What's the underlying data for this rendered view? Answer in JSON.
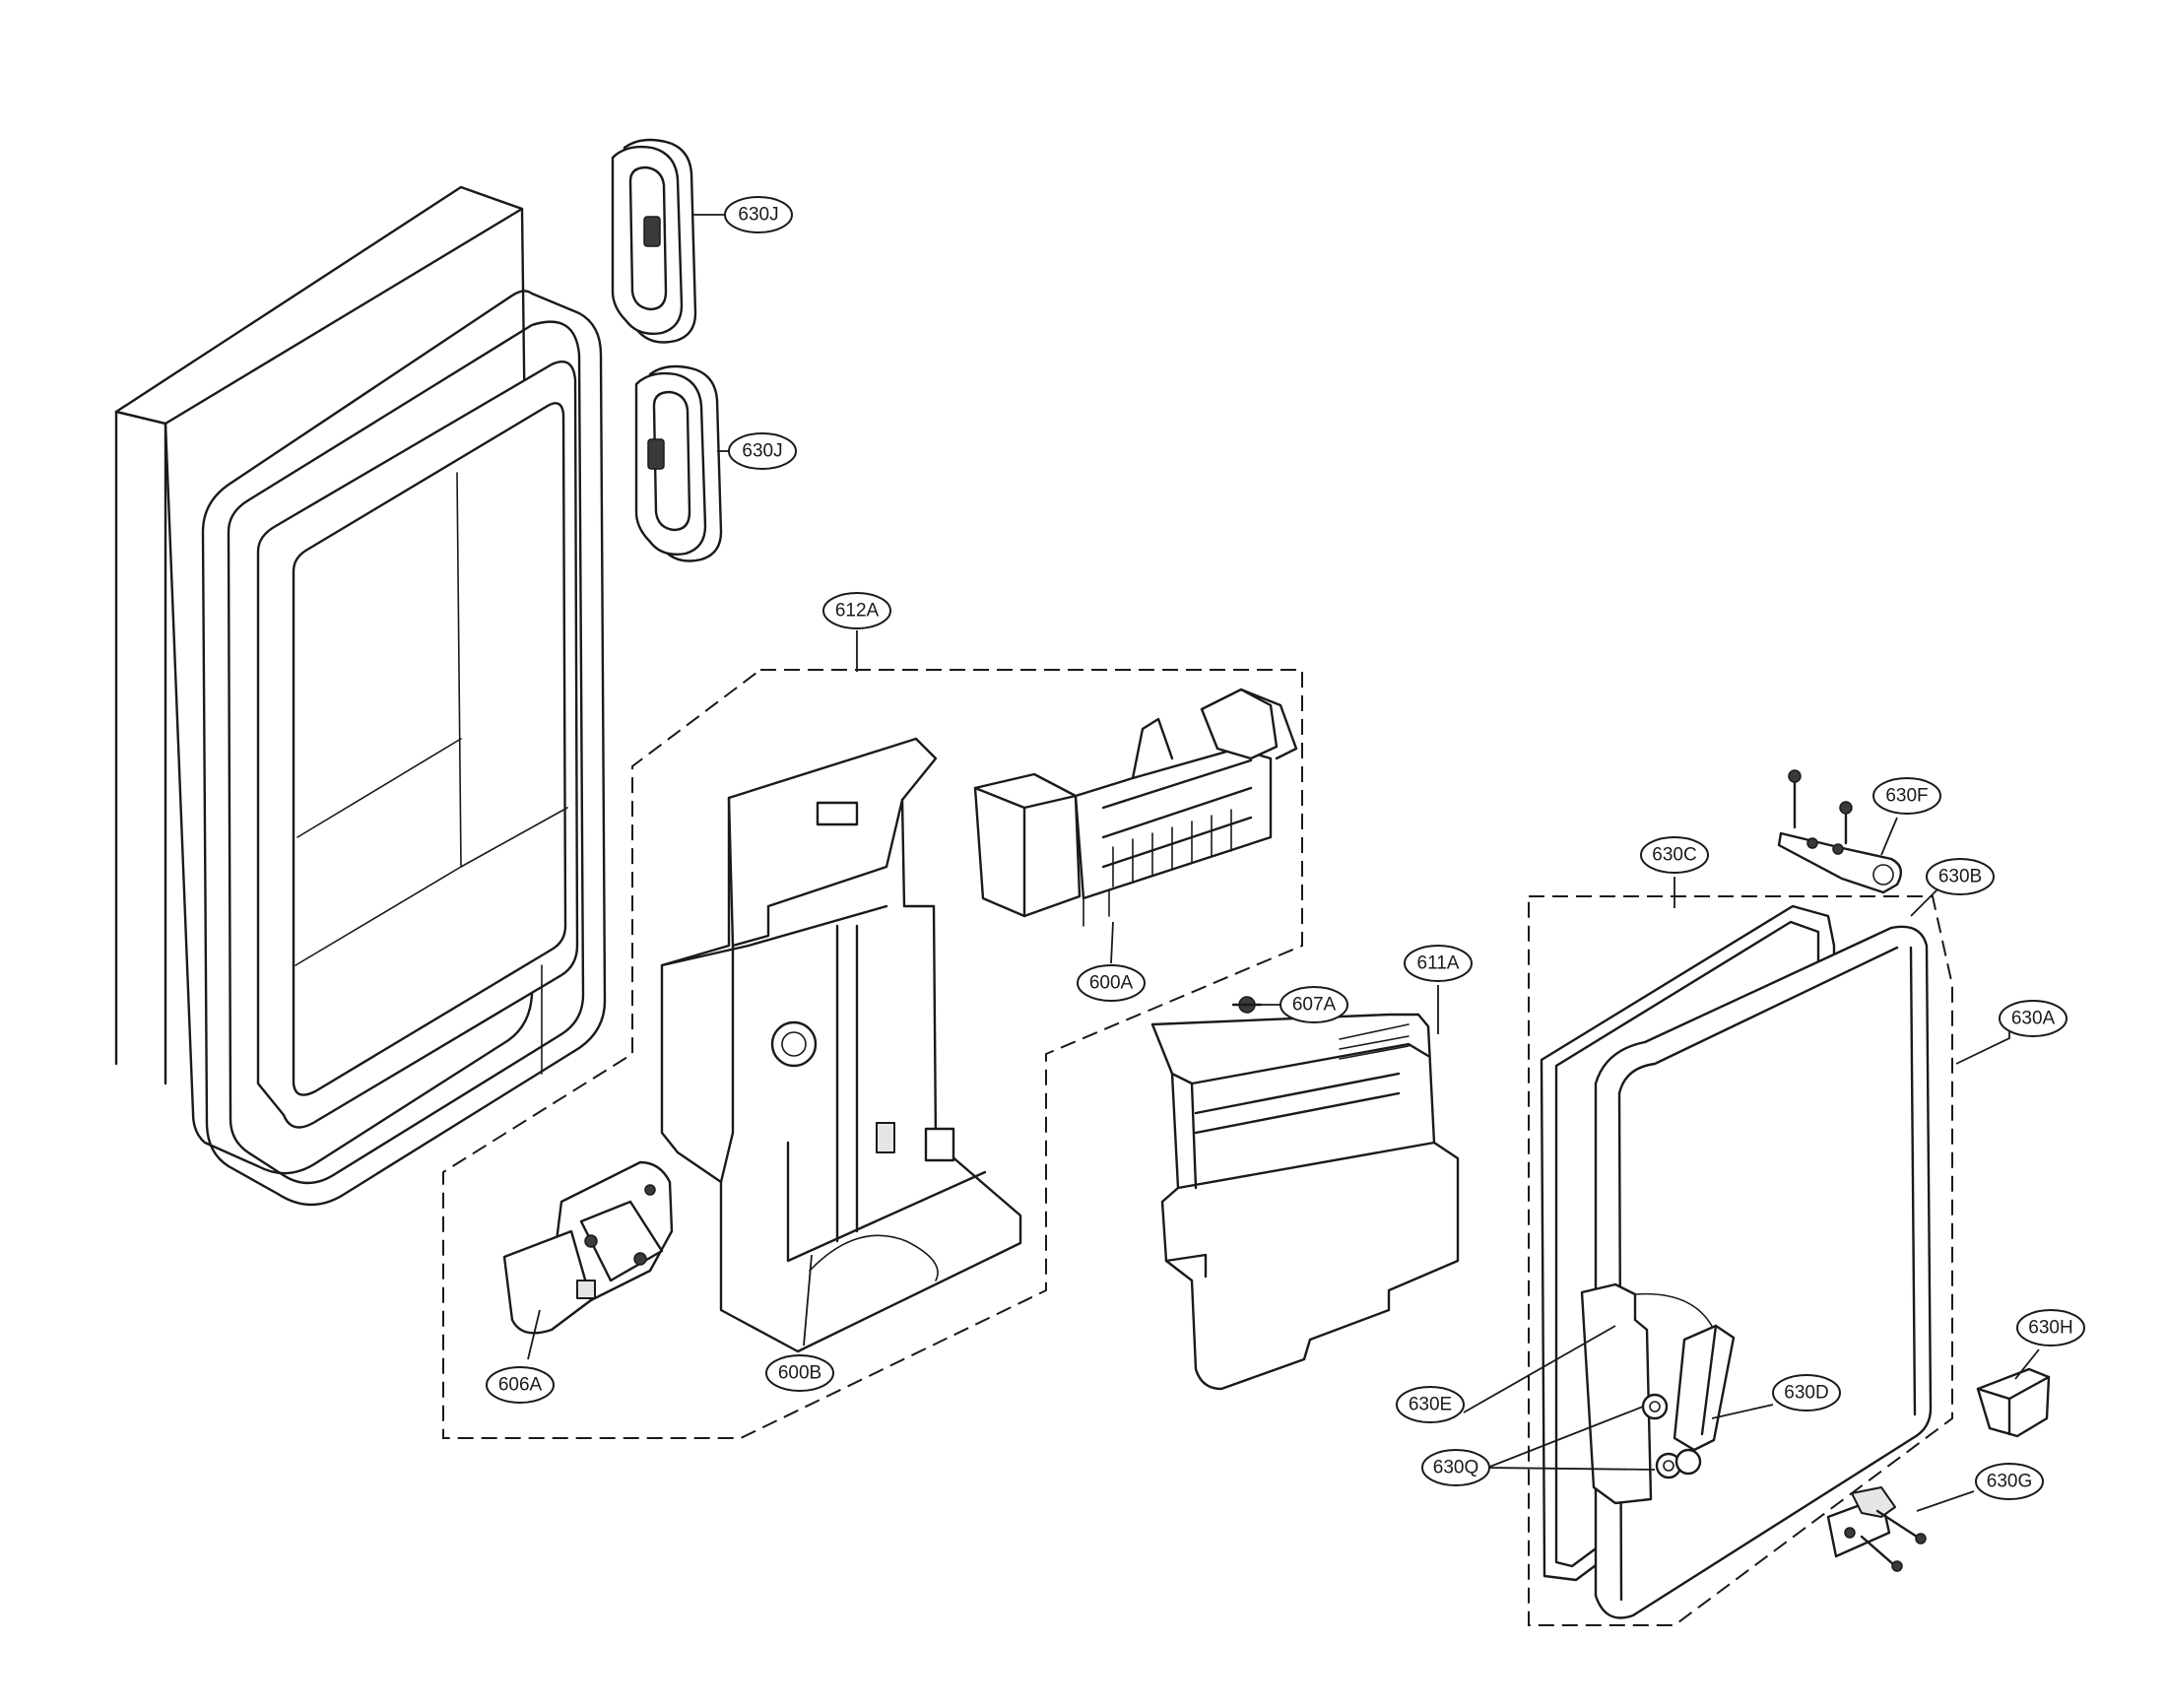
{
  "callouts": [
    {
      "id": "c630j_top",
      "label": "630J"
    },
    {
      "id": "c630j_bot",
      "label": "630J"
    },
    {
      "id": "c612a",
      "label": "612A"
    },
    {
      "id": "c600a",
      "label": "600A"
    },
    {
      "id": "c600b",
      "label": "600B"
    },
    {
      "id": "c606a",
      "label": "606A"
    },
    {
      "id": "c607a",
      "label": "607A"
    },
    {
      "id": "c611a",
      "label": "611A"
    },
    {
      "id": "c630f",
      "label": "630F"
    },
    {
      "id": "c630b",
      "label": "630B"
    },
    {
      "id": "c630c",
      "label": "630C"
    },
    {
      "id": "c630a",
      "label": "630A"
    },
    {
      "id": "c630h",
      "label": "630H"
    },
    {
      "id": "c630d",
      "label": "630D"
    },
    {
      "id": "c630e",
      "label": "630E"
    },
    {
      "id": "c630q",
      "label": "630Q"
    },
    {
      "id": "c630g",
      "label": "630G"
    }
  ]
}
